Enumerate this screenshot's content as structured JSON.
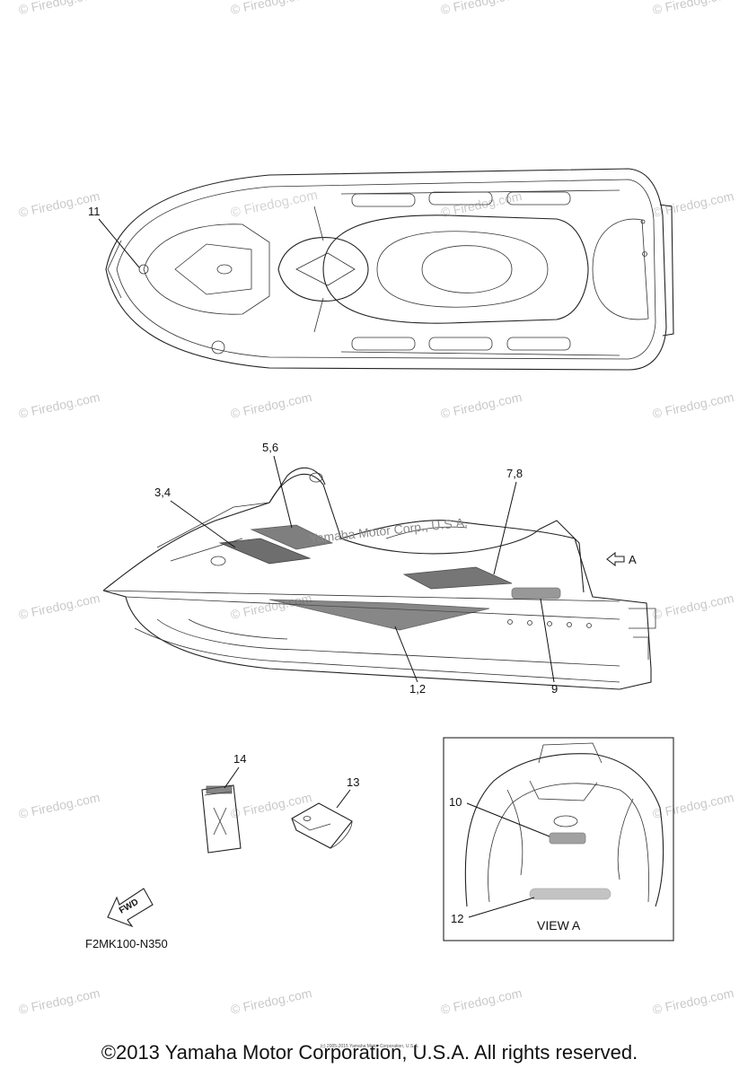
{
  "watermark": {
    "text": "© Firedog.com"
  },
  "overlay_text": "Yamaha Motor Corp., U.S.A.",
  "callouts": {
    "c11": "11",
    "c56": "5,6",
    "c34": "3,4",
    "c78": "7,8",
    "c12": "1,2",
    "c9": "9",
    "cA": "A",
    "c14": "14",
    "c13": "13",
    "c10": "10",
    "c12b": "12"
  },
  "view_label": "VIEW A",
  "fwd_label": "FWD",
  "part_code": "F2MK100-N350",
  "footer": {
    "tiny": "(c) 2005-2015 Yamaha Motor Corporation, U.S.A.",
    "copyright": "©2013 Yamaha Motor Corporation, U.S.A. All rights reserved."
  }
}
